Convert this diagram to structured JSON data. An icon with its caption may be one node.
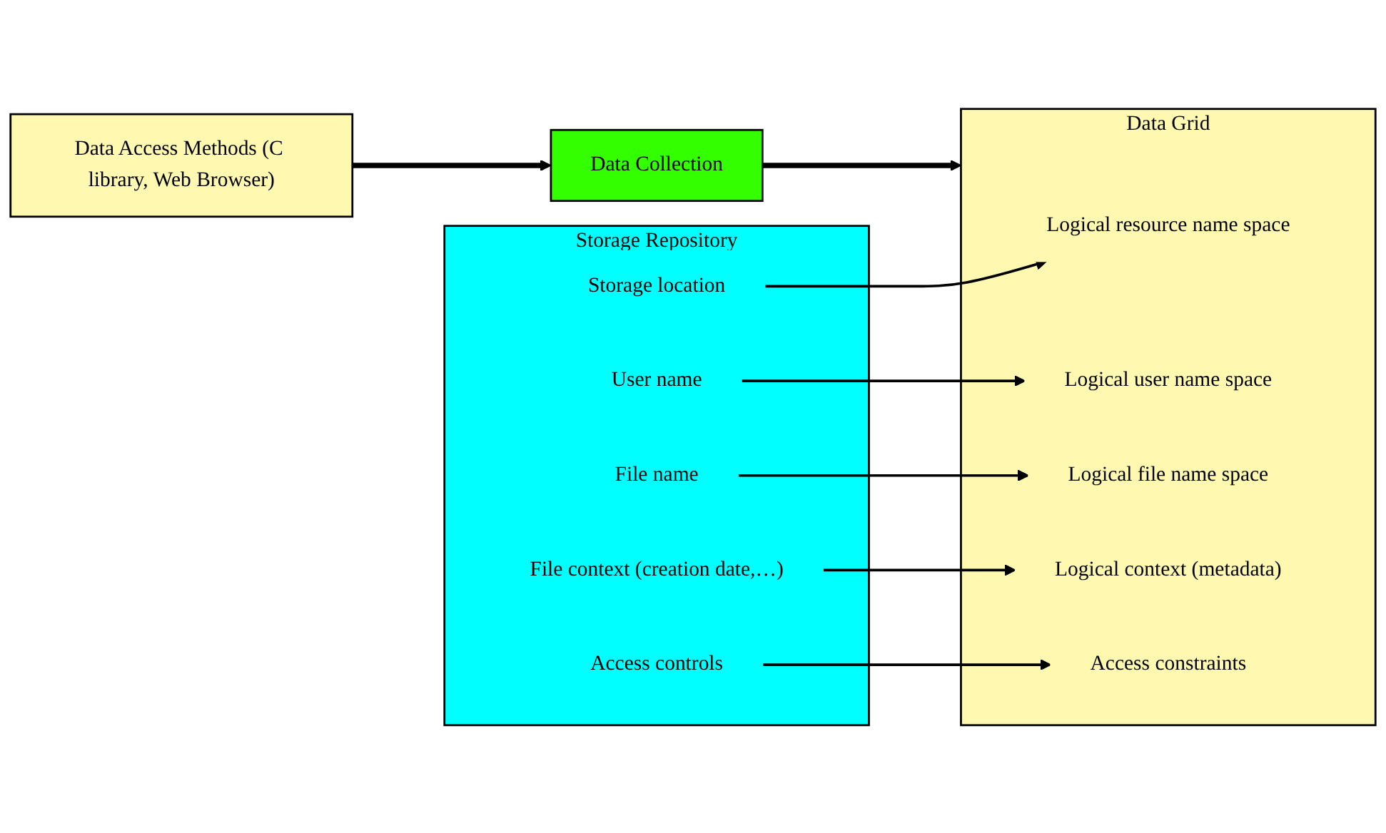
{
  "diagram": {
    "nodes": [
      {
        "text": [
          "Data Access Methods (C library, Web Browser)"
        ]
      },
      {
        "text": [
          "Data Collection"
        ]
      },
      {
        "text": [
          "Storage Repository"
        ]
      },
      {
        "text": [
          "Storage location"
        ],
        "in": 2
      },
      {
        "text": [
          "User name"
        ],
        "in": 2
      },
      {
        "text": [
          "File name"
        ],
        "in": 2
      },
      {
        "text": [
          "File context (creation date,…)"
        ],
        "in": 2
      },
      {
        "text": [
          "Access controls"
        ],
        "in": 2
      },
      {
        "text": [
          "Data Grid"
        ]
      },
      {
        "text": [
          "Logical resource name space"
        ],
        "in": 8
      },
      {
        "text": [
          "Logical user name space"
        ],
        "in": 8
      },
      {
        "text": [
          "Logical file name space"
        ],
        "in": 8
      },
      {
        "text": [
          "Logical context (metadata)"
        ],
        "in": 8
      },
      {
        "text": [
          "Access constraints"
        ],
        "in": 8
      }
    ],
    "edges": [
      {
        "from": 0,
        "to": 1,
        "arrow": "to",
        "style": "thick"
      },
      {
        "from": 1,
        "to": 8,
        "arrow": "to",
        "style": "thick"
      },
      {
        "from": 3,
        "to": 9,
        "arrow": "to"
      },
      {
        "from": 4,
        "to": 10,
        "arrow": "to"
      },
      {
        "from": 5,
        "to": 11,
        "arrow": "to"
      },
      {
        "from": 6,
        "to": 12,
        "arrow": "to"
      },
      {
        "from": 7,
        "to": 13,
        "arrow": "to"
      }
    ]
  }
}
